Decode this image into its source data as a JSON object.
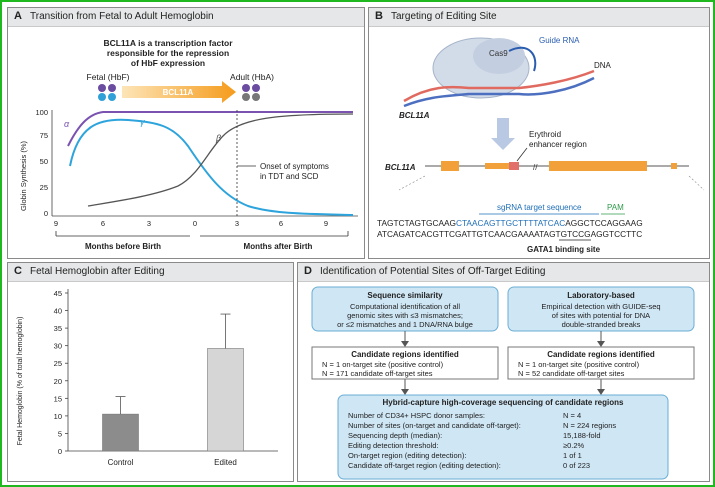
{
  "panels": {
    "A": {
      "letter": "A",
      "title": "Transition from Fetal to Adult Hemoglobin"
    },
    "B": {
      "letter": "B",
      "title": "Targeting of Editing Site"
    },
    "C": {
      "letter": "C",
      "title": "Fetal Hemoglobin after Editing"
    },
    "D": {
      "letter": "D",
      "title": "Identification of Potential Sites of Off-Target Editing"
    }
  },
  "panelA": {
    "bcl_note_1": "BCL11A is a transcription factor",
    "bcl_note_2": "responsible for the repression",
    "bcl_note_3": "of HbF expression",
    "fetal_label": "Fetal (HbF)",
    "adult_label": "Adult (HbA)",
    "arrow_label": "BCL11A",
    "ylabel": "Globin Synthesis (%)",
    "onset_1": "Onset of symptoms",
    "onset_2": "in TDT and SCD",
    "alpha": "α",
    "gamma": "γ",
    "beta": "β",
    "before": "Months before Birth",
    "after": "Months after Birth",
    "y_ticks": [
      "0",
      "25",
      "50",
      "75",
      "100"
    ],
    "x_ticks": [
      "9",
      "6",
      "3",
      "0",
      "3",
      "6",
      "9"
    ]
  },
  "panelB": {
    "cas9": "Cas9",
    "guide": "Guide RNA",
    "dna": "DNA",
    "bcl_top": "BCL11A",
    "bcl_gene": "BCL11A",
    "erythroid_1": "Erythroid",
    "erythroid_2": "enhancer region",
    "sgrna": "sgRNA target sequence",
    "pam": "PAM",
    "seq_top_a": "TAGTCTAGTGCAAG",
    "seq_top_b": "CTAACAGTTGCTTTTATCAC",
    "seq_top_c": "AGGCTCCAGGAAG",
    "seq_bottom": "ATCAGATCACGTTCGATTGTCAACGAAAATAGTGTCCGAGGTCCTTC",
    "gata": "GATA1 binding site"
  },
  "chart_data": {
    "type": "bar",
    "title": "Fetal Hemoglobin after Editing",
    "ylabel": "Fetal Hemoglobin (% of total hemoglobin)",
    "categories": [
      "Control",
      "Edited"
    ],
    "values": [
      10.5,
      29.2
    ],
    "errors": [
      5.0,
      9.8
    ],
    "ylim": [
      0,
      45
    ],
    "y_ticks": [
      0,
      5,
      10,
      15,
      20,
      25,
      30,
      35,
      40,
      45
    ],
    "colors": [
      "#8c8c8c",
      "#d6d6d6"
    ]
  },
  "panelD": {
    "seq_title": "Sequence similarity",
    "seq_body": [
      "Computational identification of all",
      "genomic sites with ≤3 mismatches;",
      "or ≤2 mismatches and 1 DNA/RNA bulge"
    ],
    "lab_title": "Laboratory-based",
    "lab_body": [
      "Empirical detection with GUIDE-seq",
      "of sites with potential for DNA",
      "double-stranded breaks"
    ],
    "cand_title": "Candidate regions identified",
    "cand_left": [
      "N = 1 on-target site (positive control)",
      "N = 171 candidate off-target sites"
    ],
    "cand_right": [
      "N = 1 on-target site (positive control)",
      "N = 52 candidate off-target sites"
    ],
    "hyb_title": "Hybrid-capture high-coverage sequencing of candidate regions",
    "hyb_rows": [
      {
        "label": "Number of CD34+ HSPC donor samples:",
        "value": "N = 4"
      },
      {
        "label": "Number of sites (on-target and candidate off-target):",
        "value": "N = 224 regions"
      },
      {
        "label": "Sequencing depth (median):",
        "value": "15,188-fold"
      },
      {
        "label": "Editing detection threshold:",
        "value": "≥0.2%"
      },
      {
        "label": "On-target region (editing detection):",
        "value": "1 of 1"
      },
      {
        "label": "Candidate off-target region (editing detection):",
        "value": "0 of 223"
      }
    ]
  }
}
